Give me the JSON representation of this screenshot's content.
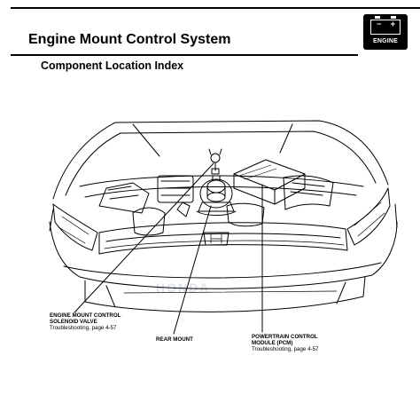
{
  "header": {
    "title": "Engine Mount Control System",
    "section_badge": {
      "label": "ENGINE",
      "icon": "battery-icon"
    }
  },
  "subtitle": "Component Location Index",
  "watermark": "HONDA",
  "callouts": [
    {
      "name": "ENGINE MOUNT CONTROL",
      "name2": "SOLENOID VALVE",
      "reference": "Troubleshooting, page 4-57"
    },
    {
      "name": "REAR MOUNT"
    },
    {
      "name": "POWERTRAIN CONTROL",
      "name2": "MODULE (PCM)",
      "reference": "Troubleshooting, page 4-57"
    }
  ],
  "colors": {
    "ink": "#000000",
    "paper": "#ffffff",
    "watermark": "#dde3ec"
  }
}
